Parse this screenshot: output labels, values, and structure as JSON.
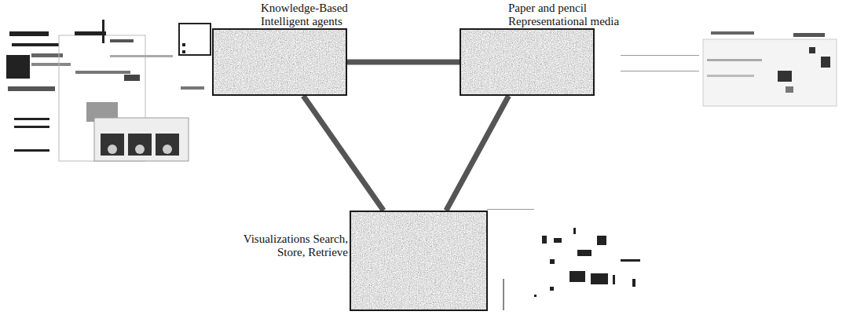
{
  "diagram": {
    "nodes": [
      {
        "text": [
          "Knowledge-Based Intelligent agents"
        ]
      },
      {
        "text": [
          "Paper and pencil Representational media"
        ]
      },
      {
        "text": [
          "Visualizations Search, Store, Retrieve"
        ]
      }
    ],
    "edges": [
      {
        "from": 0,
        "to": 1,
        "arrow": "none"
      },
      {
        "from": 0,
        "to": 2,
        "arrow": "none"
      },
      {
        "from": 1,
        "to": 2,
        "arrow": "none"
      }
    ]
  }
}
